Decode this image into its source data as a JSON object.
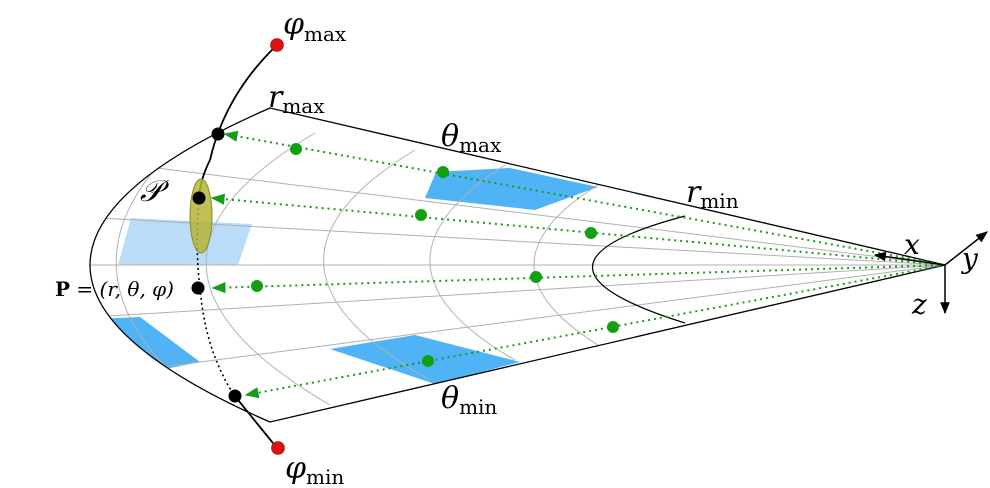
{
  "labels": {
    "phi_max": {
      "symbol": "φ",
      "sub": "max"
    },
    "phi_min": {
      "symbol": "φ",
      "sub": "min"
    },
    "r_max": {
      "symbol": "r",
      "sub": "max"
    },
    "r_min": {
      "symbol": "r",
      "sub": "min"
    },
    "theta_max": {
      "symbol": "θ",
      "sub": "max"
    },
    "theta_min": {
      "symbol": "θ",
      "sub": "min"
    },
    "P_script": "𝒫",
    "point_P": {
      "bold": "P",
      "rest": " = (r, θ, φ)"
    },
    "axis_x": "x",
    "axis_y": "y",
    "axis_z": "z"
  },
  "colors": {
    "ray": "#1a9a1a",
    "ray_dot": "#11a011",
    "endpoint": "#e01010",
    "cell_dark": "#4fb3f5",
    "cell_light": "#b9ddf8",
    "ellipse_fill": "#b5b53a",
    "grid": "#b0b0b0",
    "outline": "#000000"
  }
}
